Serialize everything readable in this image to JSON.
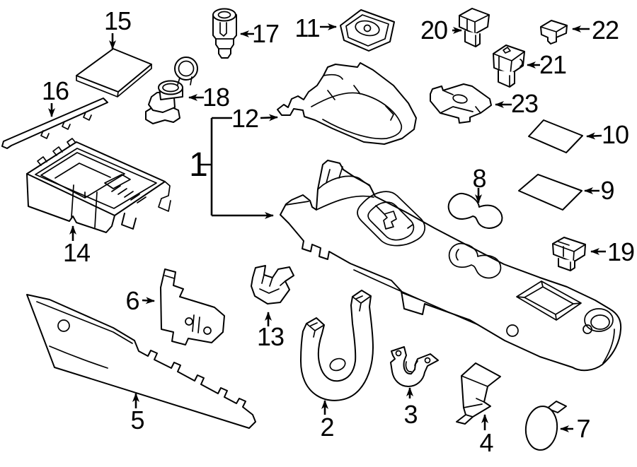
{
  "diagram": {
    "type": "exploded-parts-diagram",
    "subject": "console components line drawing",
    "background_color": "#ffffff",
    "line_color": "#000000"
  },
  "callouts": [
    {
      "id": 1,
      "label": "1"
    },
    {
      "id": 2,
      "label": "2"
    },
    {
      "id": 3,
      "label": "3"
    },
    {
      "id": 4,
      "label": "4"
    },
    {
      "id": 5,
      "label": "5"
    },
    {
      "id": 6,
      "label": "6"
    },
    {
      "id": 7,
      "label": "7"
    },
    {
      "id": 8,
      "label": "8"
    },
    {
      "id": 9,
      "label": "9"
    },
    {
      "id": 10,
      "label": "10"
    },
    {
      "id": 11,
      "label": "11"
    },
    {
      "id": 12,
      "label": "12"
    },
    {
      "id": 13,
      "label": "13"
    },
    {
      "id": 14,
      "label": "14"
    },
    {
      "id": 15,
      "label": "15"
    },
    {
      "id": 16,
      "label": "16"
    },
    {
      "id": 17,
      "label": "17"
    },
    {
      "id": 18,
      "label": "18"
    },
    {
      "id": 19,
      "label": "19"
    },
    {
      "id": 20,
      "label": "20"
    },
    {
      "id": 21,
      "label": "21"
    },
    {
      "id": 22,
      "label": "22"
    },
    {
      "id": 23,
      "label": "23"
    }
  ]
}
